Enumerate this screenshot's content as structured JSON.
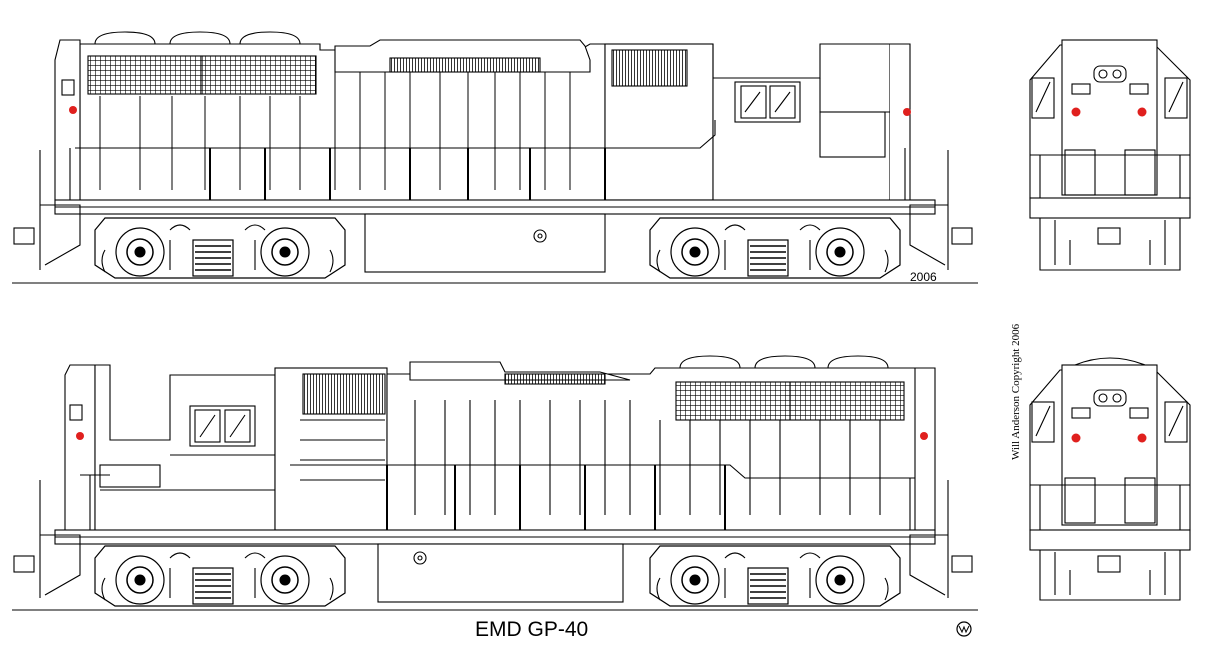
{
  "title": "EMD GP-40",
  "year": "2006",
  "copyright": "Will Anderson Copyright 2006",
  "colors": {
    "line": "#000000",
    "red": "#e0201e",
    "background": "#ffffff"
  },
  "views": [
    "side-view-top",
    "side-view-bottom",
    "end-view-top",
    "end-view-bottom"
  ],
  "icons": [
    "artist-logo-icon"
  ]
}
